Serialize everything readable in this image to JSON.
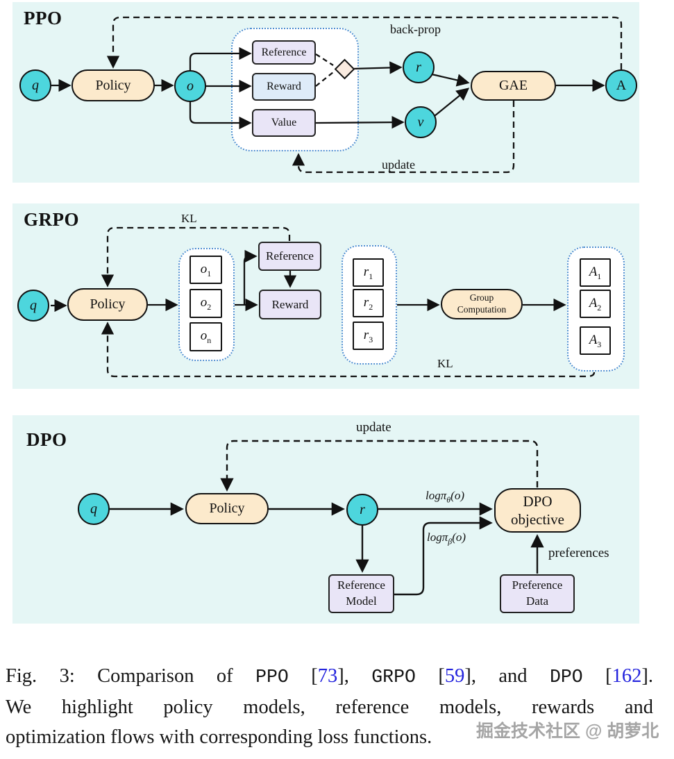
{
  "colors": {
    "panel_bg": "#E5F6F5",
    "node_teal": "#4DD6DD",
    "node_peach": "#FCEACC",
    "node_lavender": "#E9E5F7",
    "node_lightblue": "#DEEBF8",
    "diamond_fill": "#FAEBE0",
    "dotted_border": "#4E8FD0",
    "citation_blue": "#2222DD"
  },
  "ppo": {
    "title": "PPO",
    "nodes": {
      "q": "q",
      "policy": "Policy",
      "o": "o",
      "reference": "Reference",
      "reward": "Reward",
      "value": "Value",
      "r": "r",
      "v": "v",
      "gae": "GAE",
      "a": "A"
    },
    "labels": {
      "backprop": "back-prop",
      "update": "update"
    }
  },
  "grpo": {
    "title": "GRPO",
    "nodes": {
      "q": "q",
      "policy": "Policy",
      "reference": "Reference",
      "reward": "Reward",
      "group_line1": "Group",
      "group_line2": "Computation"
    },
    "outputs": [
      {
        "main": "o",
        "sub": "1"
      },
      {
        "main": "o",
        "sub": "2"
      },
      {
        "main": "o",
        "sub": "n"
      }
    ],
    "rewards": [
      {
        "main": "r",
        "sub": "1"
      },
      {
        "main": "r",
        "sub": "2"
      },
      {
        "main": "r",
        "sub": "3"
      }
    ],
    "advantages": [
      {
        "main": "A",
        "sub": "1"
      },
      {
        "main": "A",
        "sub": "2"
      },
      {
        "main": "A",
        "sub": "3"
      }
    ],
    "labels": {
      "kl_top": "KL",
      "kl_bottom": "KL"
    }
  },
  "dpo": {
    "title": "DPO",
    "nodes": {
      "q": "q",
      "policy": "Policy",
      "r": "r",
      "objective_line1": "DPO",
      "objective_line2": "objective",
      "refmodel_line1": "Reference",
      "refmodel_line2": "Model",
      "prefdata_line1": "Preference",
      "prefdata_line2": "Data"
    },
    "labels": {
      "update": "update",
      "preferences": "preferences",
      "log_theta": {
        "pre": "logπ",
        "sub": "θ",
        "post": "(o)"
      },
      "log_beta": {
        "pre": "logπ",
        "sub": "β",
        "post": "(o)"
      }
    }
  },
  "caption": {
    "line1": {
      "t1": "Fig. 3: Comparison of ",
      "ppo": "PPO",
      "t2": " [",
      "c1": "73",
      "t3": "], ",
      "grpo": "GRPO",
      "t4": " [",
      "c2": "59",
      "t5": "], and ",
      "dpo": "DPO",
      "t6": " [",
      "c3": "162",
      "t7": "]."
    },
    "line2": "We highlight policy models, reference models, rewards and",
    "line3": "optimization flows with corresponding loss functions."
  },
  "watermark": "掘金技术社区 @ 胡萝北"
}
